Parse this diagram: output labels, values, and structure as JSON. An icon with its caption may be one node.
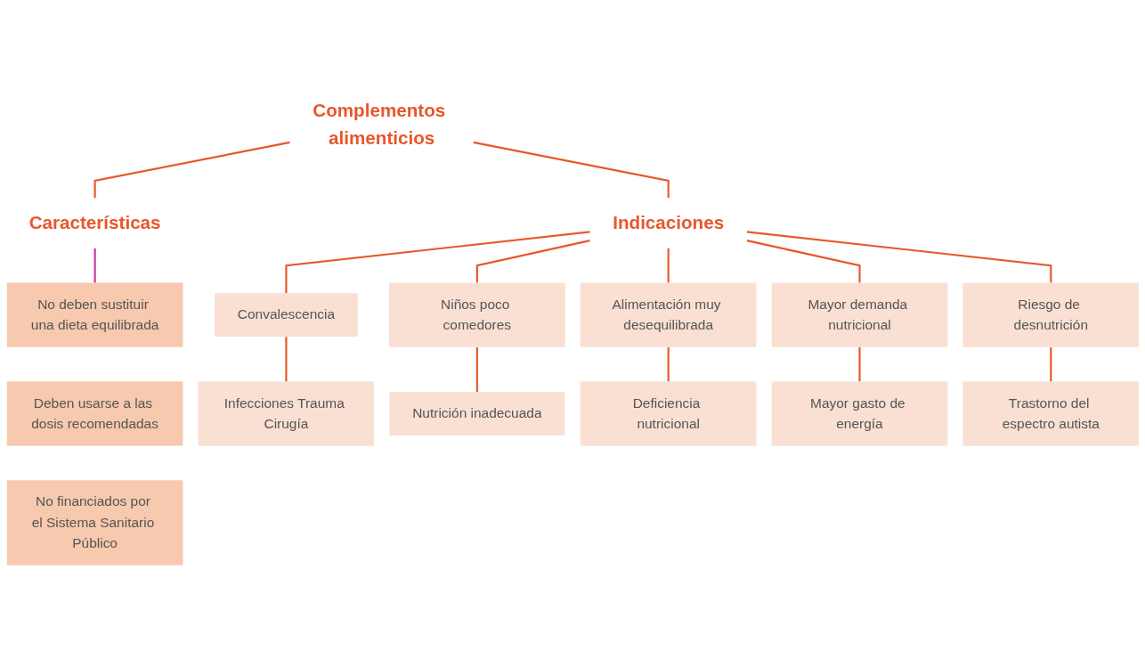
{
  "diagram": {
    "nodes": [
      {
        "text": [
          "Complementos alimenticios"
        ]
      },
      {
        "text": [
          "Características"
        ]
      },
      {
        "text": [
          "Indicaciones"
        ]
      },
      {
        "text": [
          "No deben sustituir una dieta equilibrada"
        ]
      },
      {
        "text": [
          "Deben usarse a las dosis recomendadas"
        ]
      },
      {
        "text": [
          "No financiados por el Sistema Sanitario Público"
        ]
      },
      {
        "text": [
          "Convalescencia"
        ]
      },
      {
        "text": [
          "Niños poco comedores"
        ]
      },
      {
        "text": [
          "Alimentación muy desequilibrada"
        ]
      },
      {
        "text": [
          "Mayor demanda nutricional"
        ]
      },
      {
        "text": [
          "Riesgo de desnutrición"
        ]
      },
      {
        "text": [
          "Infecciones Trauma Cirugía"
        ]
      },
      {
        "text": [
          "Nutrición inadecuada"
        ]
      },
      {
        "text": [
          "Deficiencia nutricional"
        ]
      },
      {
        "text": [
          "Mayor gasto de energía"
        ]
      },
      {
        "text": [
          "Trastorno del espectro autista"
        ]
      }
    ],
    "edges": [
      {
        "from": 0,
        "to": 1,
        "arrow": "none"
      },
      {
        "from": 0,
        "to": 2,
        "arrow": "none"
      },
      {
        "from": 1,
        "to": 3,
        "arrow": "none",
        "color": "#c2399b"
      },
      {
        "from": 2,
        "to": 6,
        "arrow": "none"
      },
      {
        "from": 2,
        "to": 7,
        "arrow": "none"
      },
      {
        "from": 2,
        "to": 8,
        "arrow": "none"
      },
      {
        "from": 2,
        "to": 9,
        "arrow": "none"
      },
      {
        "from": 2,
        "to": 10,
        "arrow": "none"
      },
      {
        "from": 6,
        "to": 11,
        "arrow": "none"
      },
      {
        "from": 7,
        "to": 12,
        "arrow": "none"
      },
      {
        "from": 8,
        "to": 13,
        "arrow": "none"
      },
      {
        "from": 9,
        "to": 14,
        "arrow": "none"
      },
      {
        "from": 10,
        "to": 15,
        "arrow": "none"
      }
    ]
  }
}
